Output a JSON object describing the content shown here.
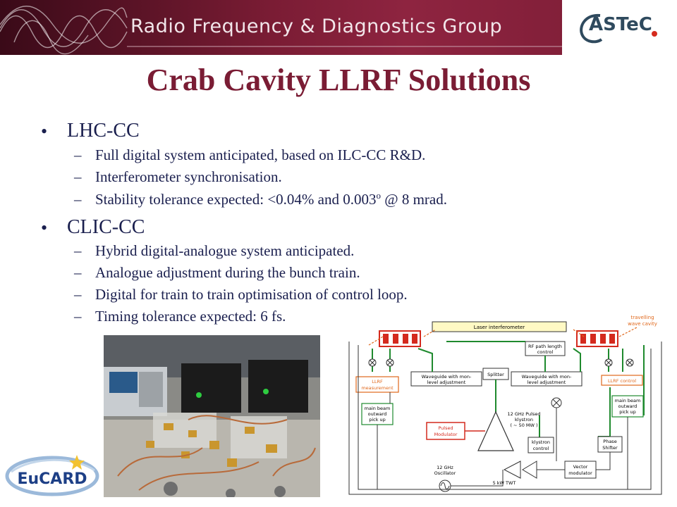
{
  "header": {
    "group_name": "Radio Frequency & Diagnostics Group",
    "logo_text": "ASTeC"
  },
  "title": "Crab Cavity LLRF Solutions",
  "sections": [
    {
      "heading": "LHC-CC",
      "items": [
        "Full digital system anticipated, based on ILC-CC R&D.",
        "Interferometer synchronisation.",
        "Stability tolerance expected: <0.04% and 0.003",
        "o",
        " @ 8 mrad."
      ]
    },
    {
      "heading": "CLIC-CC",
      "items": [
        "Hybrid digital-analogue system anticipated.",
        "Analogue adjustment during the bunch train.",
        "Digital for train to train optimisation of control loop.",
        "Timing tolerance expected: 6 fs."
      ]
    }
  ],
  "eucard_text": "EuCARD",
  "diagram": {
    "laser": "Laser interferometer",
    "travelling": "travelling",
    "wave_cavity": "wave cavity",
    "rf_path_1": "RF path length",
    "rf_path_2": "control",
    "splitter": "Splitter",
    "wg_left_1": "Waveguide with mon-",
    "wg_left_2": "level adjustment",
    "wg_right_1": "Waveguide with mon-",
    "wg_right_2": "level adjustment",
    "llrf_meas_1": "LLRF",
    "llrf_meas_2": "measurement",
    "llrf_control": "LLRF control",
    "mb_1": "main beam",
    "mb_2": "outward",
    "mb_3": "pick up",
    "kly_1": "12 GHz Pulsed",
    "kly_2": "klystron",
    "kly_3": "( ~ 50 MW )",
    "pulsed_1": "Pulsed",
    "pulsed_2": "Modulator",
    "klyctl_1": "klystron",
    "klyctl_2": "control",
    "phase_1": "Phase",
    "phase_2": "Shifter",
    "osc_1": "12 GHz",
    "osc_2": "Oscillator",
    "twt": "5 kW TWT",
    "vm_1": "Vector",
    "vm_2": "modulator"
  },
  "colors": {
    "header_bg": "#7a1c34",
    "title": "#7a1c34",
    "body_text": "#1a1f4e",
    "diagram_green": "#1f8a2e",
    "diagram_red": "#d42a1e",
    "diagram_orange": "#e0681c"
  }
}
